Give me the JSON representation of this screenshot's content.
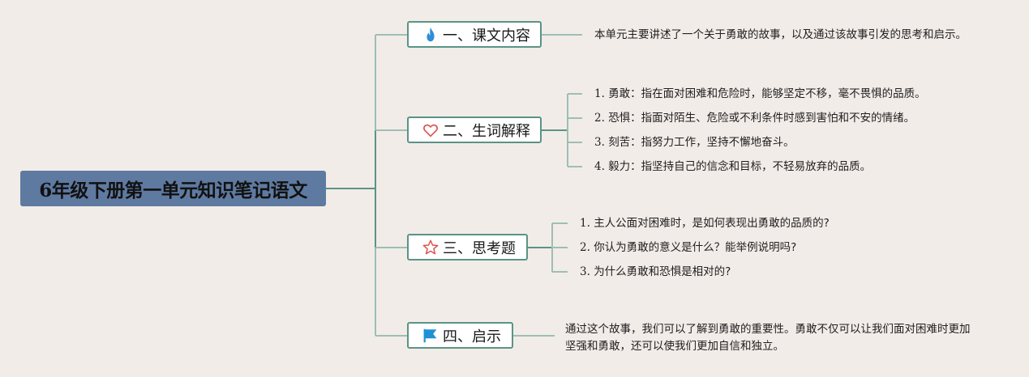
{
  "root": {
    "title": "6年级下册第一单元知识笔记语文"
  },
  "colors": {
    "background": "#f2ece8",
    "root_fill": "#5f7aa1",
    "branch_border": "#5a9486",
    "trunk_line": "#5a9486",
    "leaf_line": "#9dbfb4",
    "fire_icon": "#2e8fd9",
    "heart_icon": "#d9534f",
    "star_icon": "#d9534f",
    "flag_icon": "#1e90d6"
  },
  "branches": [
    {
      "label": "一、课文内容",
      "icon": "fire-icon",
      "items": [
        "本单元主要讲述了一个关于勇敢的故事，以及通过该故事引发的思考和启示。"
      ]
    },
    {
      "label": "二、生词解释",
      "icon": "heart-icon",
      "items": [
        {
          "num": "1.",
          "text": "勇敢：指在面对困难和危险时，能够坚定不移，毫不畏惧的品质。"
        },
        {
          "num": "2.",
          "text": "恐惧：指面对陌生、危险或不利条件时感到害怕和不安的情绪。"
        },
        {
          "num": "3.",
          "text": "刻苦：指努力工作，坚持不懈地奋斗。"
        },
        {
          "num": "4.",
          "text": "毅力：指坚持自己的信念和目标，不轻易放弃的品质。"
        }
      ]
    },
    {
      "label": "三、思考题",
      "icon": "star-icon",
      "items": [
        {
          "num": "1.",
          "text": "主人公面对困难时，是如何表现出勇敢的品质的?"
        },
        {
          "num": "2.",
          "text": "你认为勇敢的意义是什么？能举例说明吗?"
        },
        {
          "num": "3.",
          "text": "为什么勇敢和恐惧是相对的?"
        }
      ]
    },
    {
      "label": "四、启示",
      "icon": "flag-icon",
      "items": [
        "通过这个故事，我们可以了解到勇敢的重要性。勇敢不仅可以让我们面对困难时更加坚强和勇敢，还可以使我们更加自信和独立。"
      ]
    }
  ]
}
